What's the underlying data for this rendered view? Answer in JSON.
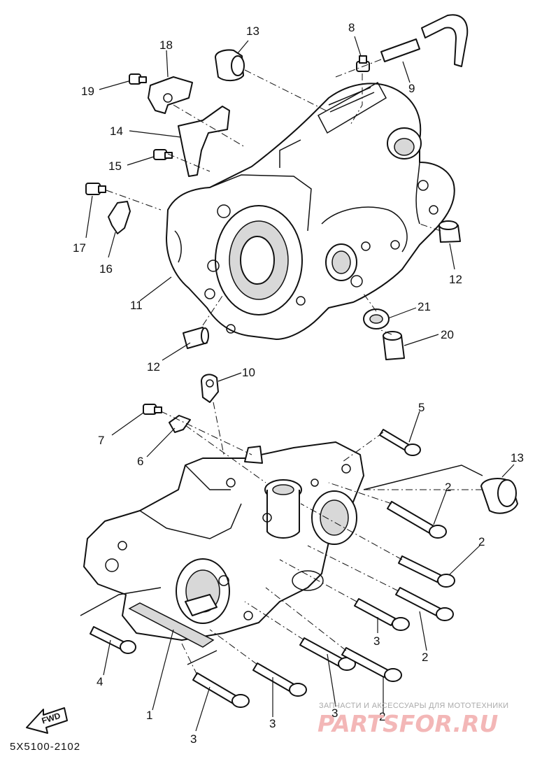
{
  "diagram": {
    "callouts": {
      "c1": "1",
      "c2a": "2",
      "c2b": "2",
      "c2c": "2",
      "c2d": "2",
      "c3a": "3",
      "c3b": "3",
      "c3c": "3",
      "c3d": "3",
      "c4": "4",
      "c5": "5",
      "c6": "6",
      "c7": "7",
      "c8": "8",
      "c9": "9",
      "c10": "10",
      "c11": "11",
      "c12a": "12",
      "c12b": "12",
      "c13a": "13",
      "c13b": "13",
      "c14": "14",
      "c15": "15",
      "c16": "16",
      "c17": "17",
      "c18": "18",
      "c19": "19",
      "c20": "20",
      "c21": "21"
    },
    "fwd_label": "FWD",
    "drawing_code": "5X5100-2102",
    "line_color": "#111111"
  },
  "watermark": {
    "tagline": "ЗАПЧАСТИ И АКСЕССУАРЫ ДЛЯ МОТОТЕХНИКИ",
    "brand": "PARTSFOR.RU",
    "color": "#f3b7b7"
  }
}
